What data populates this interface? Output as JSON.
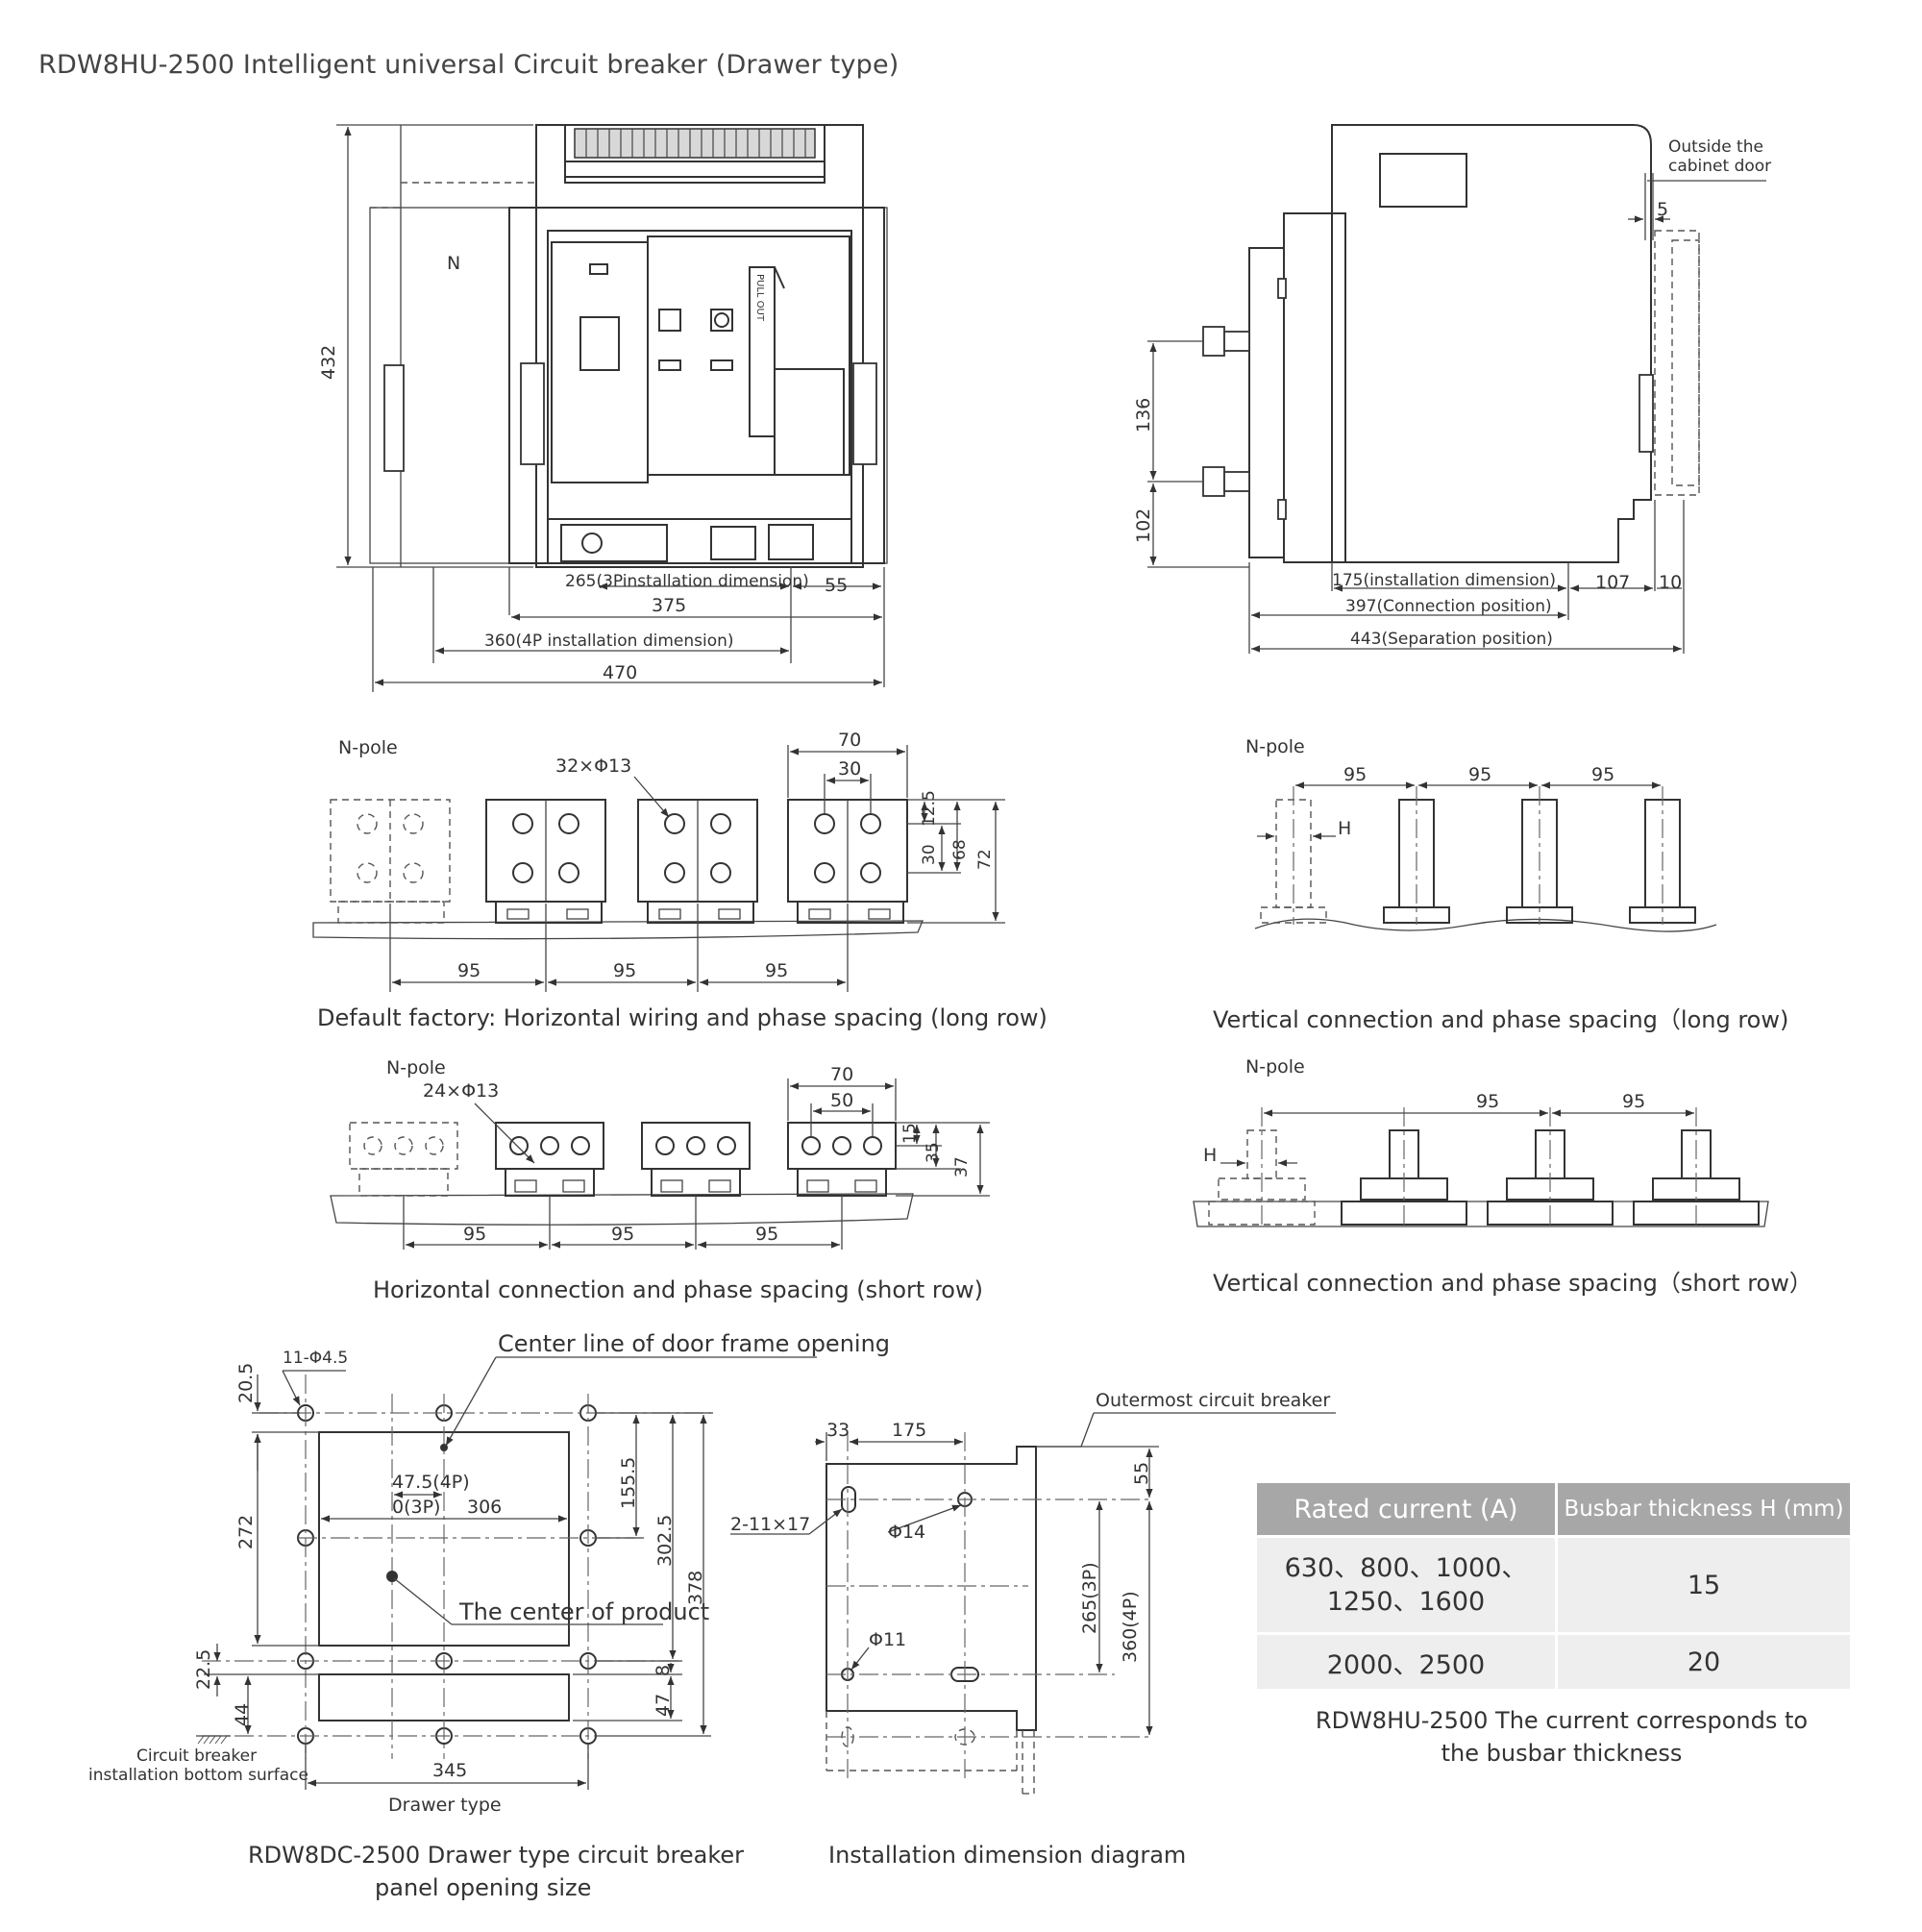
{
  "title": "RDW8HU-2500 Intelligent universal Circuit breaker (Drawer type)",
  "front_view": {
    "pole_label": "N",
    "pull_out_label": "PULL OUT",
    "dim_height": "432",
    "dim_3p_install": "265(3Pinstallation dimension)",
    "dim_55": "55",
    "dim_375": "375",
    "dim_4p_install": "360(4P installation dimension)",
    "dim_470": "470"
  },
  "side_view": {
    "outside_door_label_1": "Outside  the",
    "outside_door_label_2": "cabinet door",
    "dim_5": "5",
    "dim_136": "136",
    "dim_102": "102",
    "dim_175_install": "175(installation dimension)",
    "dim_107": "107",
    "dim_10": "10",
    "dim_397": "397(Connection position)",
    "dim_443": "443(Separation position)"
  },
  "horizontal_long": {
    "n_pole": "N-pole",
    "holes": "32×Φ13",
    "dim_70": "70",
    "dim_30": "30",
    "dim_12_5": "12.5",
    "dim_30v": "30",
    "dim_68": "68",
    "dim_72": "72",
    "spacing": [
      "95",
      "95",
      "95"
    ],
    "caption": "Default factory: Horizontal wiring and phase spacing (long row)"
  },
  "vertical_long": {
    "n_pole": "N-pole",
    "spacing": [
      "95",
      "95",
      "95"
    ],
    "h_label": "H",
    "caption": "Vertical connection and phase spacing（long row)"
  },
  "horizontal_short": {
    "n_pole": "N-pole",
    "holes": "24×Φ13",
    "dim_70": "70",
    "dim_50": "50",
    "dim_15": "15",
    "dim_35": "35",
    "dim_37": "37",
    "spacing": [
      "95",
      "95",
      "95"
    ],
    "caption": "Horizontal connection and phase spacing (short row)"
  },
  "vertical_short": {
    "n_pole": "N-pole",
    "spacing": [
      "95",
      "95"
    ],
    "h_label": "H",
    "caption": "Vertical connection and phase spacing（short row）"
  },
  "panel_opening": {
    "holes": "11-Φ4.5",
    "door_center_label": "Center line of door frame opening",
    "dim_20_5": "20.5",
    "dim_272": "272",
    "dim_47_5_4p": "47.5(4P)",
    "dim_0_3p": "0(3P)",
    "dim_306": "306",
    "dim_155_5": "155.5",
    "dim_302_5": "302.5",
    "dim_378": "378",
    "product_center_label": "The center of product",
    "dim_22_5": "22.5",
    "dim_44": "44",
    "dim_8": "8",
    "dim_47": "47",
    "dim_345": "345",
    "bottom_label_1": "Circuit breaker",
    "bottom_label_2": "installation bottom surface",
    "drawer_type": "Drawer type",
    "caption_1": "RDW8DC-2500 Drawer type circuit breaker",
    "caption_2": "panel opening size"
  },
  "install_dim": {
    "outermost_label": "Outermost circuit breaker",
    "dim_33": "33",
    "dim_175": "175",
    "dim_55": "55",
    "slot_label": "2-11×17",
    "phi14": "Φ14",
    "phi11": "Φ11",
    "dim_265_3p": "265(3P)",
    "dim_360_4p": "360(4P)",
    "caption": "Installation dimension diagram"
  },
  "busbar_table": {
    "headers": [
      "Rated current (A)",
      "Busbar thickness H (mm)"
    ],
    "rows": [
      {
        "current_line1": "630、800、1000、",
        "current_line2": "1250、1600",
        "thickness": "15"
      },
      {
        "current_line1": "2000、2500",
        "thickness": "20"
      }
    ],
    "caption_1": "RDW8HU-2500 The current corresponds to",
    "caption_2": "the busbar thickness"
  }
}
